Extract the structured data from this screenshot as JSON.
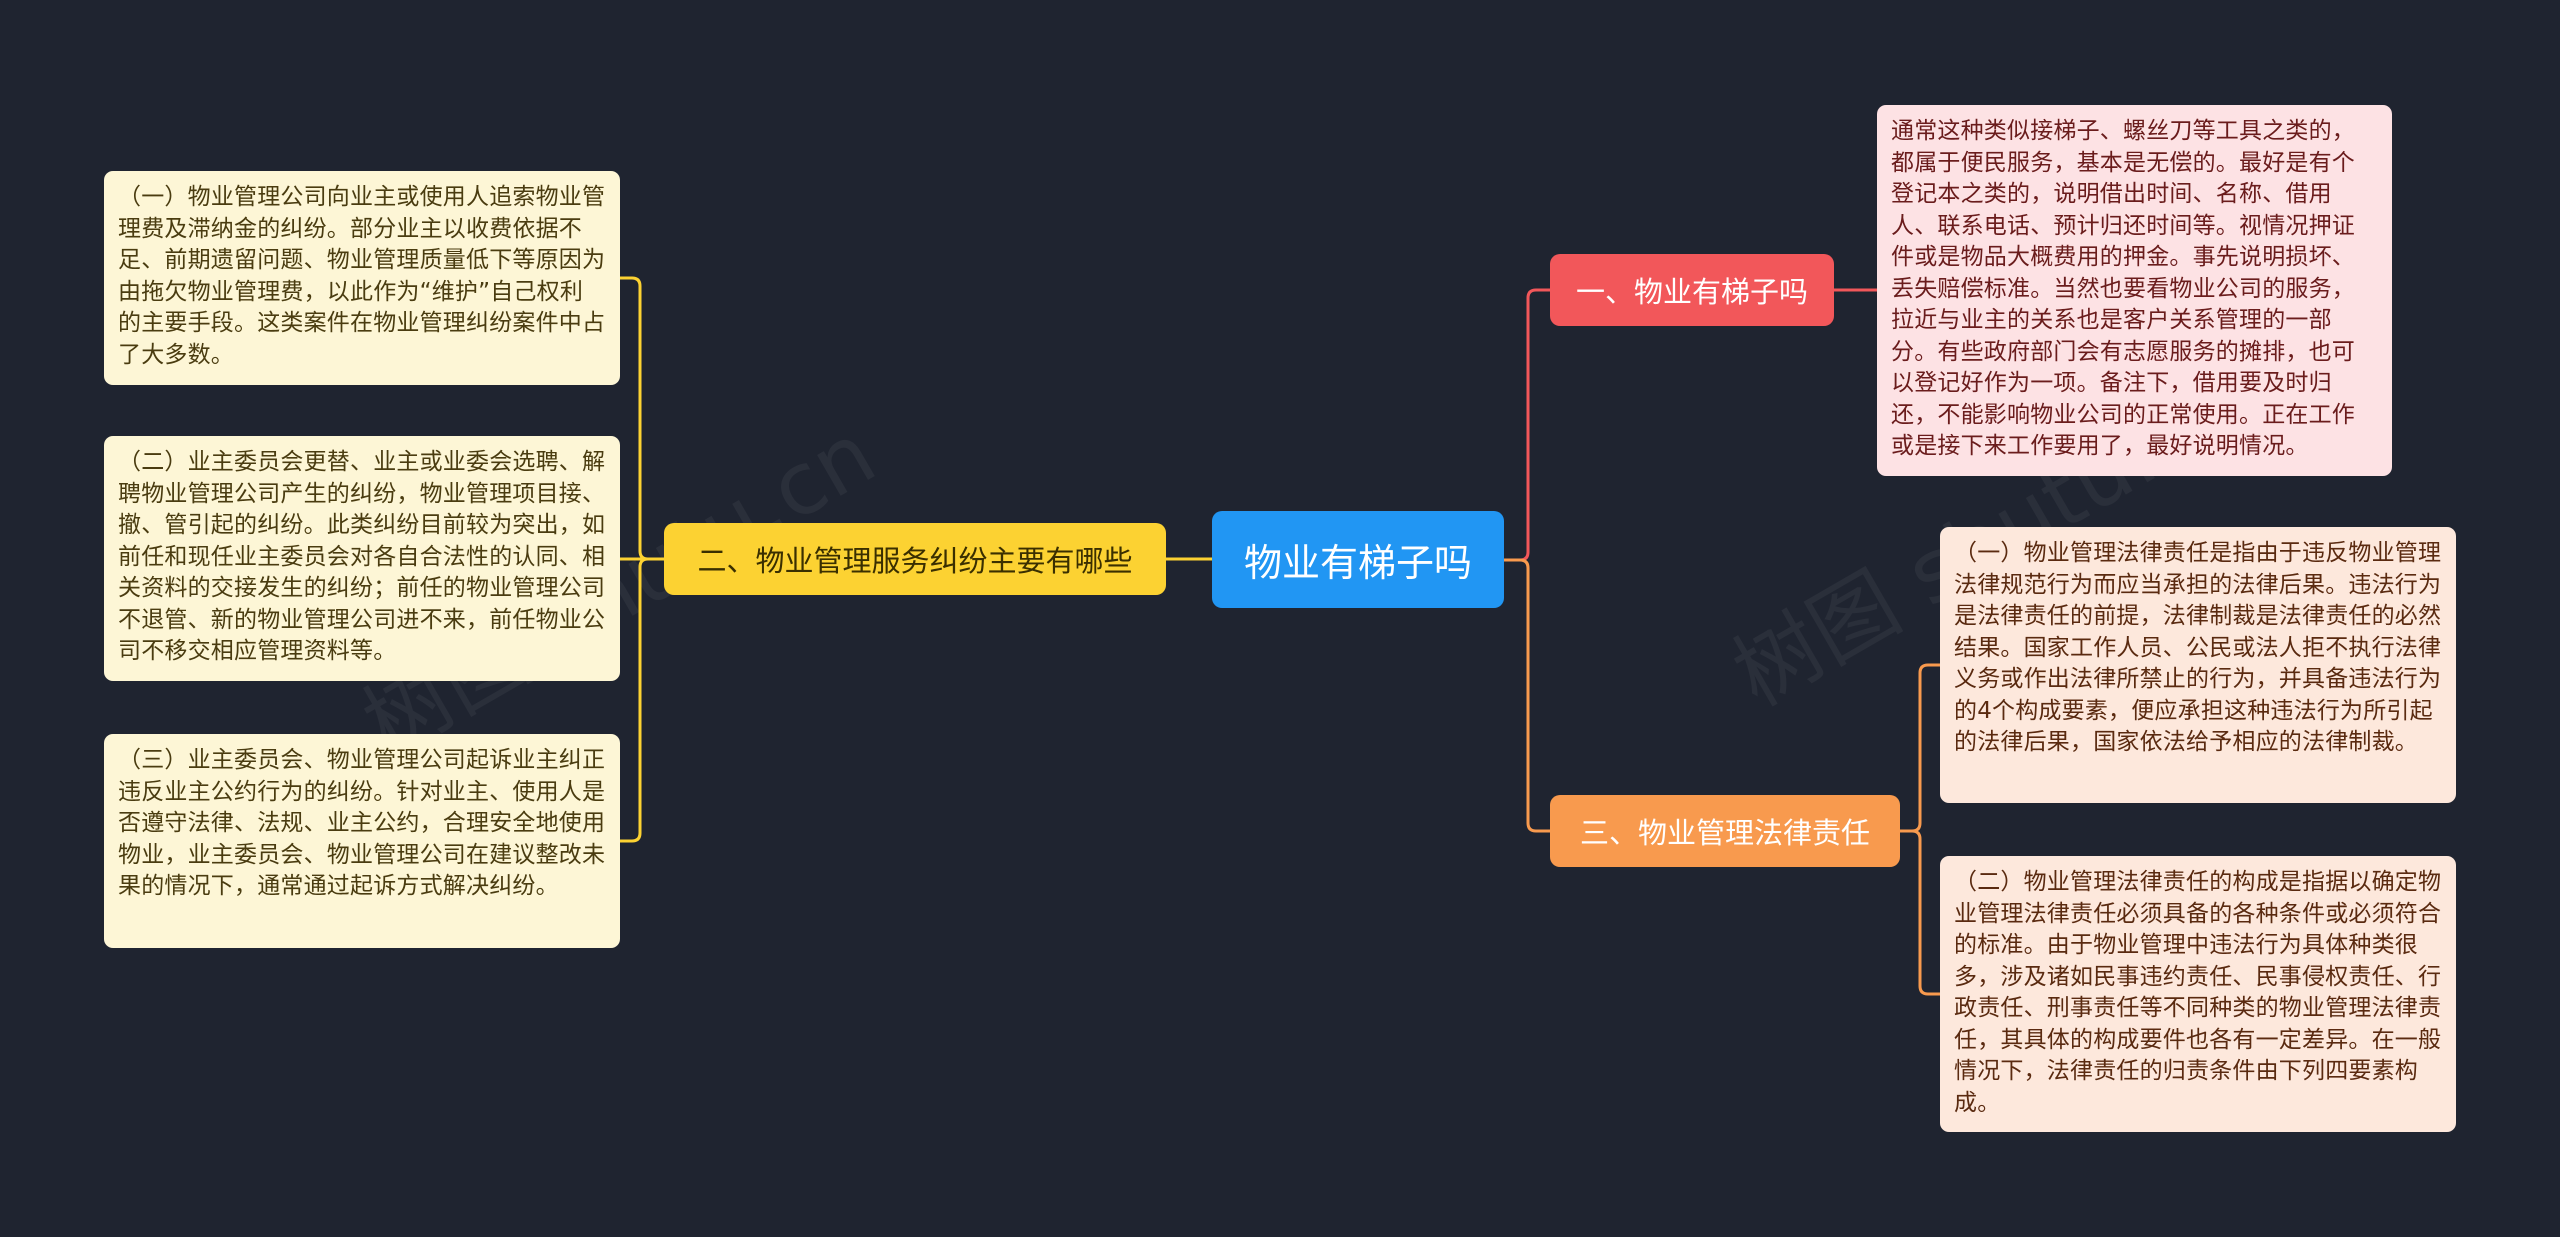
{
  "mindmap": {
    "root": {
      "label": "物业有梯子吗"
    },
    "topics": [
      {
        "label": "一、物业有梯子吗",
        "color": "#f2575a",
        "details": [
          "通常这种类似接梯子、螺丝刀等工具之类的，都属于便民服务，基本是无偿的。最好是有个登记本之类的，说明借出时间、名称、借用人、联系电话、预计归还时间等。视情况押证件或是物品大概费用的押金。事先说明损坏、丢失赔偿标准。当然也要看物业公司的服务，拉近与业主的关系也是客户关系管理的一部分。有些政府部门会有志愿服务的摊排，也可以登记好作为一项。备注下，借用要及时归还，不能影响物业公司的正常使用。正在工作或是接下来工作要用了，最好说明情况。"
        ]
      },
      {
        "label": "二、物业管理服务纠纷主要有哪些",
        "color": "#fcd232",
        "details": [
          "（一）物业管理公司向业主或使用人追索物业管理费及滞纳金的纠纷。部分业主以收费依据不足、前期遗留问题、物业管理质量低下等原因为由拖欠物业管理费，以此作为“维护”自己权利的主要手段。这类案件在物业管理纠纷案件中占了大多数。",
          "（二）业主委员会更替、业主或业委会选聘、解聘物业管理公司产生的纠纷，物业管理项目接、撤、管引起的纠纷。此类纠纷目前较为突出，如前任和现任业主委员会对各自合法性的认同、相关资料的交接发生的纠纷；前任的物业管理公司不退管、新的物业管理公司进不来，前任物业公司不移交相应管理资料等。",
          "（三）业主委员会、物业管理公司起诉业主纠正违反业主公约行为的纠纷。针对业主、使用人是否遵守法律、法规、业主公约，合理安全地使用物业，业主委员会、物业管理公司在建议整改未果的情况下，通常通过起诉方式解决纠纷。"
        ]
      },
      {
        "label": "三、物业管理法律责任",
        "color": "#f89a4e",
        "details": [
          "（一）物业管理法律责任是指由于违反物业管理法律规范行为而应当承担的法律后果。违法行为是法律责任的前提，法律制裁是法律责任的必然结果。国家工作人员、公民或法人拒不执行法律义务或作出法律所禁止的行为，并具备违法行为的4个构成要素，便应承担这种违法行为所引起的法律后果，国家依法给予相应的法律制裁。",
          "（二）物业管理法律责任的构成是指据以确定物业管理法律责任必须具备的各种条件或必须符合的标准。由于物业管理中违法行为具体种类很多，涉及诸如民事违约责任、民事侵权责任、行政责任、刑事责任等不同种类的物业管理法律责任，其具体的构成要件也各有一定差异。在一般情况下，法律责任的归责条件由下列四要素构成。"
        ]
      }
    ]
  },
  "watermark": {
    "text": "树图 shutu.cn"
  },
  "colors": {
    "root": "#2196f3",
    "background": "#1f2430"
  }
}
